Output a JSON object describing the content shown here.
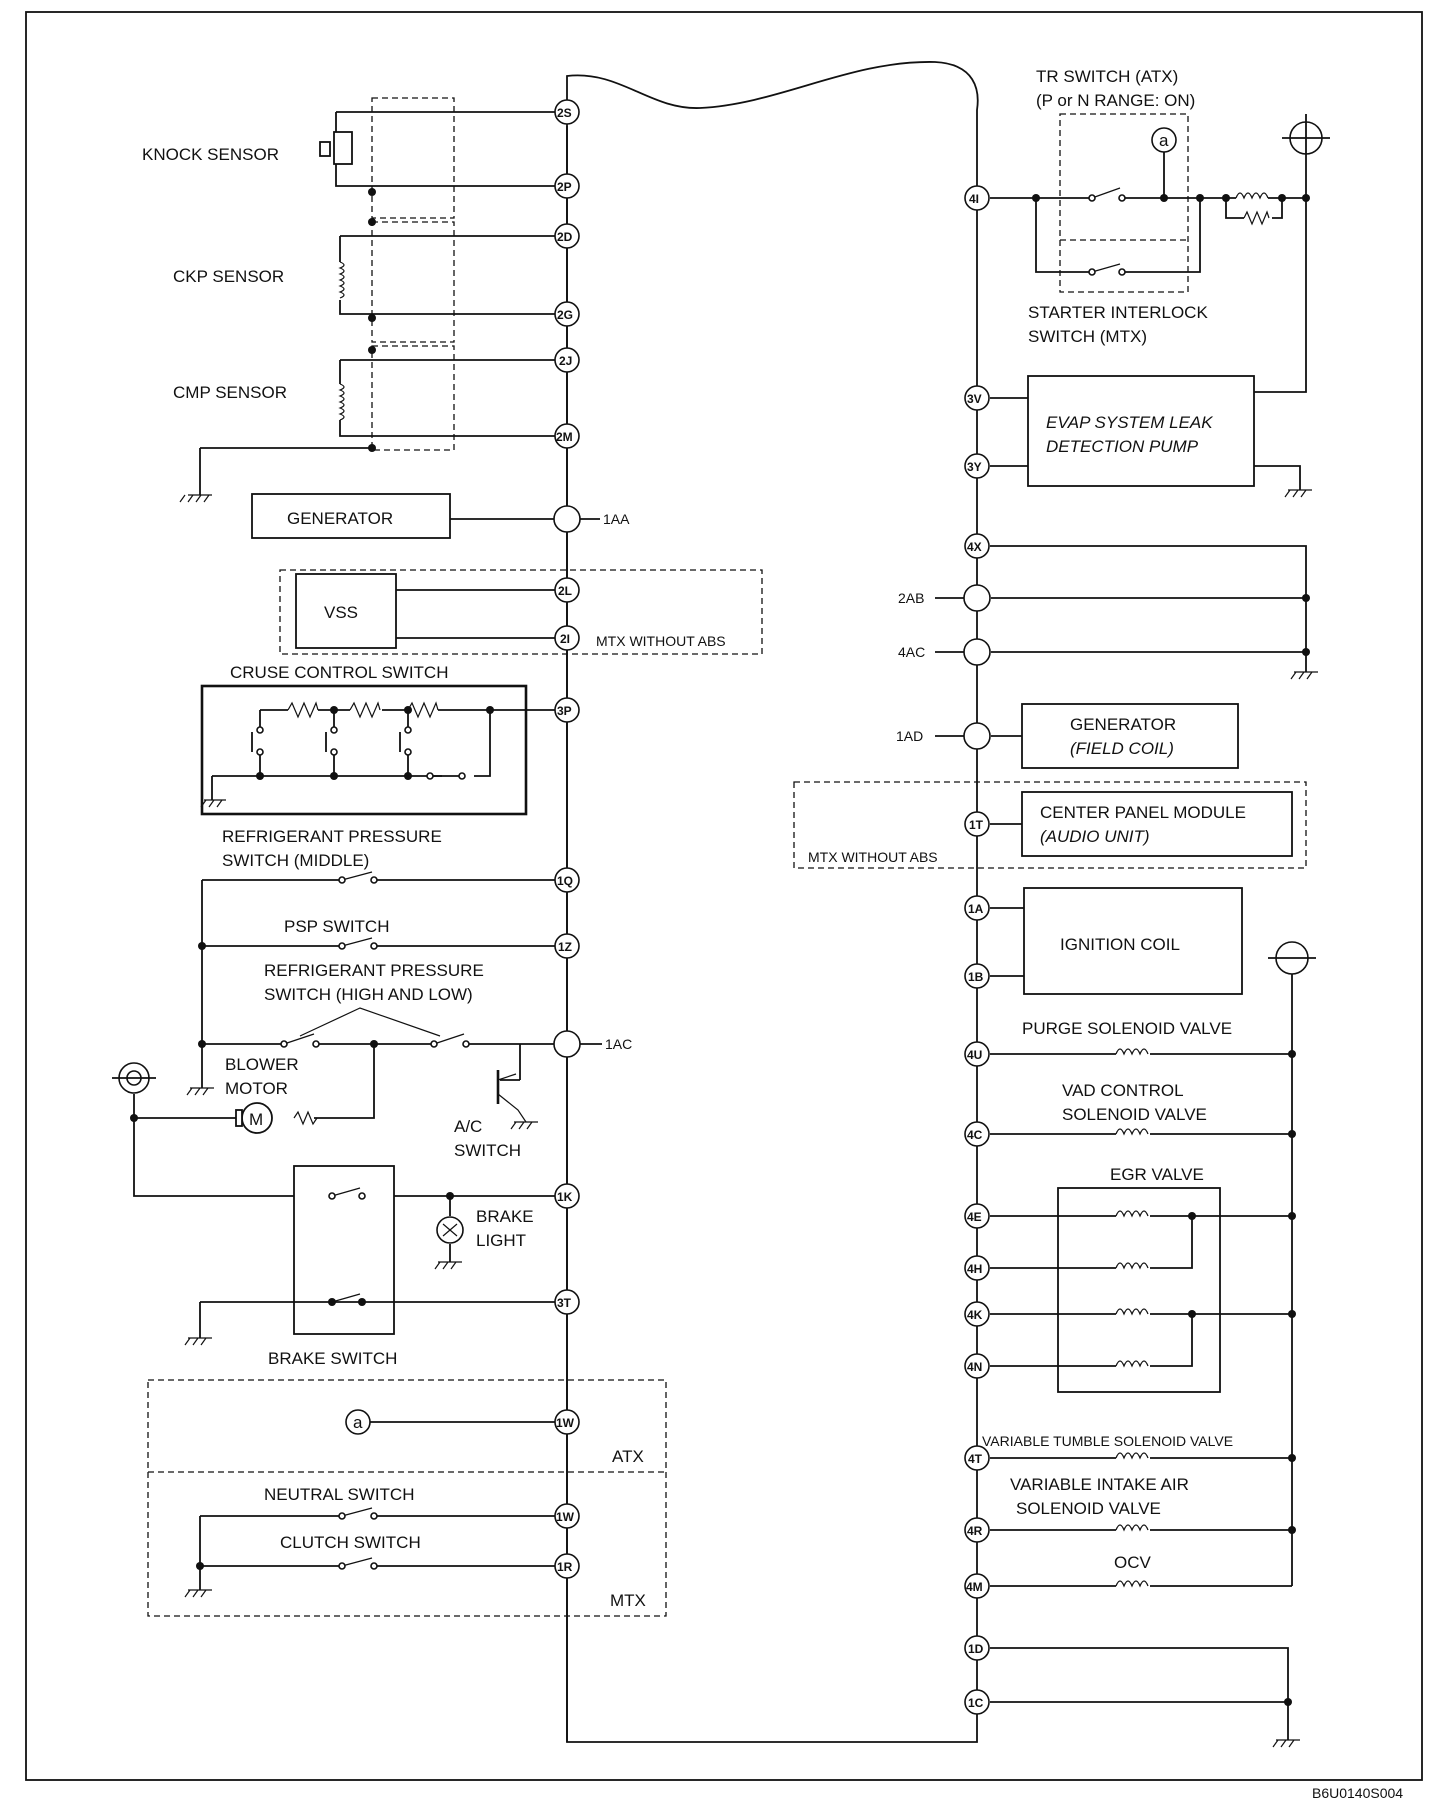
{
  "labels": {
    "knock_sensor": "KNOCK SENSOR",
    "ckp_sensor": "CKP SENSOR",
    "cmp_sensor": "CMP SENSOR",
    "generator": "GENERATOR",
    "vss": "VSS",
    "mtx_without_abs": "MTX WITHOUT ABS",
    "cruise_control_switch": "CRUSE CONTROL SWITCH",
    "refrigerant_middle_1": "REFRIGERANT PRESSURE",
    "refrigerant_middle_2": "SWITCH (MIDDLE)",
    "psp_switch": "PSP SWITCH",
    "refrigerant_hl_1": "REFRIGERANT PRESSURE",
    "refrigerant_hl_2": "SWITCH (HIGH AND LOW)",
    "blower_motor_1": "BLOWER",
    "blower_motor_2": "MOTOR",
    "motor_symbol": "M",
    "ac_switch_1": "A/C",
    "ac_switch_2": "SWITCH",
    "brake_light_1": "BRAKE",
    "brake_light_2": "LIGHT",
    "brake_switch": "BRAKE SWITCH",
    "atx": "ATX",
    "mtx": "MTX",
    "neutral_switch": "NEUTRAL SWITCH",
    "clutch_switch": "CLUTCH SWITCH",
    "connector_a": "a",
    "tr_switch_1": "TR SWITCH (ATX)",
    "tr_switch_2": "(P or N RANGE: ON)",
    "starter_interlock_1": "STARTER INTERLOCK",
    "starter_interlock_2": "SWITCH (MTX)",
    "evap_1": "EVAP SYSTEM LEAK",
    "evap_2": "DETECTION PUMP",
    "generator_field_1": "GENERATOR",
    "generator_field_2": "(FIELD COIL)",
    "center_panel_1": "CENTER PANEL MODULE",
    "center_panel_2": "(AUDIO UNIT)",
    "ignition_coil": "IGNITION COIL",
    "purge_valve": "PURGE SOLENOID VALVE",
    "vad_1": "VAD CONTROL",
    "vad_2": "SOLENOID VALVE",
    "egr_valve": "EGR VALVE",
    "variable_tumble": "VARIABLE TUMBLE SOLENOID VALVE",
    "variable_intake_1": "VARIABLE INTAKE AIR",
    "variable_intake_2": "SOLENOID VALVE",
    "ocv": "OCV",
    "figure_code": "B6U0140S004"
  },
  "pins_left": [
    "2S",
    "2P",
    "2D",
    "2G",
    "2J",
    "2M",
    "2L",
    "2I",
    "3P",
    "1Q",
    "1Z",
    "1K",
    "3T",
    "1W",
    "1W",
    "1R"
  ],
  "pins_left_external": [
    "1AA",
    "1AC"
  ],
  "pins_right": [
    "4I",
    "3V",
    "3Y",
    "4X",
    "1T",
    "1A",
    "1B",
    "4U",
    "4C",
    "4E",
    "4H",
    "4K",
    "4N",
    "4T",
    "4R",
    "4M",
    "1D",
    "1C"
  ],
  "pins_right_external": [
    "2AB",
    "4AC",
    "1AD"
  ]
}
